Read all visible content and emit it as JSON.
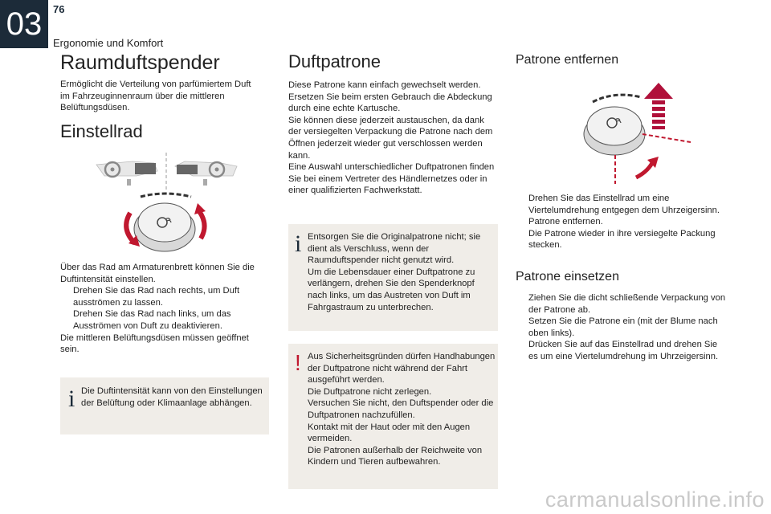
{
  "header": {
    "chapter_number": "03",
    "page_number": "76",
    "chapter_title": "Ergonomie und Komfort"
  },
  "left": {
    "title": "Raumduftspender",
    "intro": "Ermöglicht die Verteilung von parfümiertem Duft im Fahrzeuginnenraum über die mittleren Belüftungsdüsen.",
    "section_title": "Einstellrad",
    "body_lines": [
      "Über das Rad am Armaturenbrett können Sie die Duftintensität einstellen."
    ],
    "bullets": [
      "Drehen Sie das Rad nach rechts, um Duft ausströmen zu lassen.",
      "Drehen Sie das Rad nach links, um das Ausströmen von Duft zu deaktivieren."
    ],
    "after": "Die mittleren Belüftungsdüsen müssen geöffnet sein.",
    "info_box": "Die Duftintensität kann von den Einstellungen der Belüftung oder Klimaanlage abhängen."
  },
  "middle": {
    "title": "Duftpatrone",
    "paragraphs": [
      "Diese Patrone kann einfach gewechselt werden.",
      "Ersetzen Sie beim ersten Gebrauch die Abdeckung durch eine echte Kartusche.",
      "Sie können diese jederzeit austauschen, da dank der versiegelten Verpackung die Patrone nach dem Öffnen jederzeit wieder gut verschlossen werden kann.",
      "Eine Auswahl unterschiedlicher Duftpatronen finden Sie bei einem Vertreter des Händlernetzes oder in einer qualifizierten Fachwerkstatt."
    ],
    "info_box": [
      "Entsorgen Sie die Originalpatrone nicht; sie dient als Verschluss, wenn der Raumduftspender nicht genutzt wird.",
      "Um die Lebensdauer einer Duftpatrone zu verlängern, drehen Sie den Spenderknopf nach links, um das Austreten von Duft im Fahrgastraum zu unterbrechen."
    ],
    "warning_box": [
      "Aus Sicherheitsgründen dürfen Handhabungen der Duftpatrone nicht während der Fahrt ausgeführt werden.",
      "Die Duftpatrone nicht zerlegen.",
      "Versuchen Sie nicht, den Duftspender oder die Duftpatronen nachzufüllen.",
      "Kontakt mit der Haut oder mit den Augen vermeiden.",
      "Die Patronen außerhalb der Reichweite von Kindern und Tieren aufbewahren."
    ]
  },
  "right": {
    "title_remove": "Patrone entfernen",
    "remove_bullets": [
      "Drehen Sie das Einstellrad um eine Viertelumdrehung entgegen dem Uhrzeigersinn.",
      "Patrone entfernen.",
      "Die Patrone wieder in ihre versiegelte Packung stecken."
    ],
    "title_insert": "Patrone einsetzen",
    "insert_bullets": [
      "Ziehen Sie die dicht schließende Verpackung von der Patrone ab.",
      "Setzen Sie die Patrone ein (mit der Blume nach oben links).",
      "Drücken Sie auf das Einstellrad und drehen Sie es um eine Viertelumdrehung im Uhrzeigersinn."
    ]
  },
  "bullet_marker": "",
  "info_icon": "i",
  "warning_icon": "!",
  "watermark": "carmanualsonline.info",
  "colors": {
    "accent_red": "#c0182f",
    "box_bg": "#f0ede8",
    "tab_bg": "#1c2b39"
  }
}
